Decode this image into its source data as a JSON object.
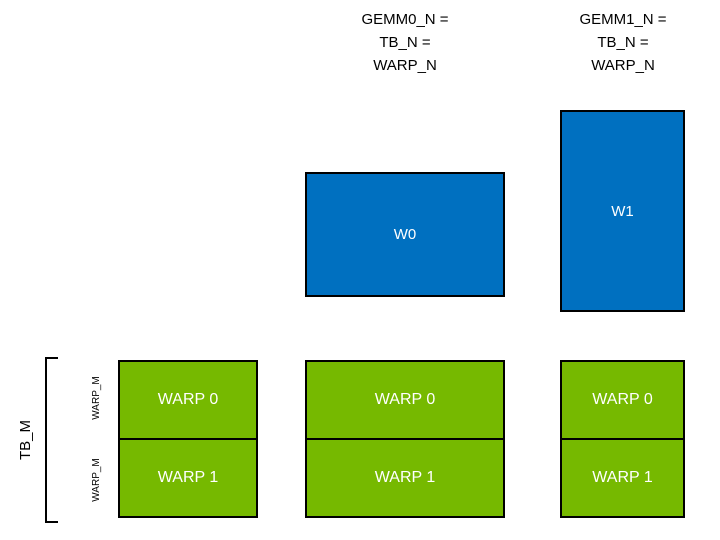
{
  "headers": [
    {
      "lines": [
        "GEMM0_N =",
        "TB_N =",
        "WARP_N"
      ]
    },
    {
      "lines": [
        "GEMM1_N =",
        "TB_N =",
        "WARP_N"
      ]
    }
  ],
  "blue_boxes": [
    {
      "label": "W0"
    },
    {
      "label": "W1"
    }
  ],
  "warp_tiles": [
    {
      "cells": [
        "WARP 0",
        "WARP 1"
      ]
    },
    {
      "cells": [
        "WARP 0",
        "WARP 1"
      ]
    },
    {
      "cells": [
        "WARP 0",
        "WARP 1"
      ]
    }
  ],
  "side": {
    "tb_m": "TB_M",
    "warp_m_labels": [
      "WARP_M",
      "WARP_M"
    ]
  },
  "colors": {
    "blue": "#0070C0",
    "green": "#76B900",
    "border": "#000000",
    "box_text": "#FFFFFF",
    "label_text": "#000000"
  }
}
